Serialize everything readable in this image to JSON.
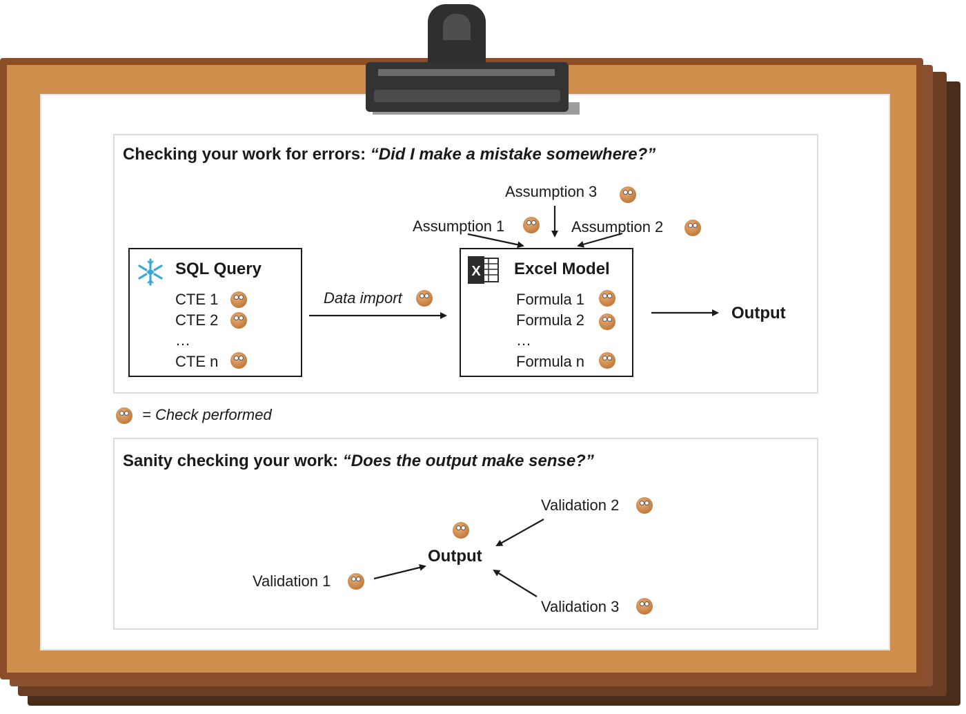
{
  "top_section": {
    "heading_plain": "Checking your work for errors: ",
    "heading_quote": "“Did I make a mistake somewhere?”",
    "sql_box": {
      "title": "SQL Query",
      "items": [
        "CTE 1",
        "CTE 2",
        "…",
        "CTE n"
      ]
    },
    "data_import_label": "Data import",
    "excel_box": {
      "title": "Excel Model",
      "items": [
        "Formula 1",
        "Formula 2",
        "…",
        "Formula n"
      ]
    },
    "assumptions": [
      "Assumption 1",
      "Assumption 2",
      "Assumption 3"
    ],
    "output_label": "Output"
  },
  "legend": {
    "text": "= Check performed"
  },
  "bottom_section": {
    "heading_plain": "Sanity checking your work: ",
    "heading_quote": "“Does the output make sense?”",
    "output_label": "Output",
    "validations": [
      "Validation 1",
      "Validation 2",
      "Validation 3"
    ]
  },
  "icons": {
    "check": "magnifier-face-icon",
    "sql": "snowflake-icon",
    "excel": "excel-icon"
  }
}
